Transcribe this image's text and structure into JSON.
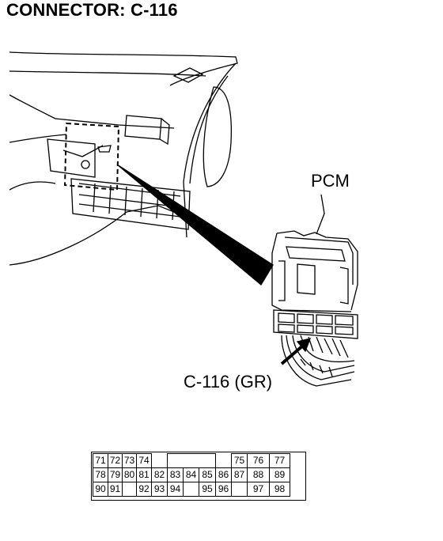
{
  "title": "CONNECTOR: C-116",
  "labels": {
    "pcm": "PCM",
    "connector": "C-116 (GR)"
  },
  "pinout": {
    "rows": [
      [
        "71",
        "72",
        "73",
        "74",
        "",
        "",
        "",
        "",
        "",
        "75",
        "76",
        "77"
      ],
      [
        "78",
        "79",
        "80",
        "81",
        "82",
        "83",
        "84",
        "85",
        "86",
        "87",
        "88",
        "89"
      ],
      [
        "90",
        "91",
        "",
        "92",
        "93",
        "94",
        "",
        "95",
        "96",
        "",
        "97",
        "98"
      ]
    ]
  }
}
